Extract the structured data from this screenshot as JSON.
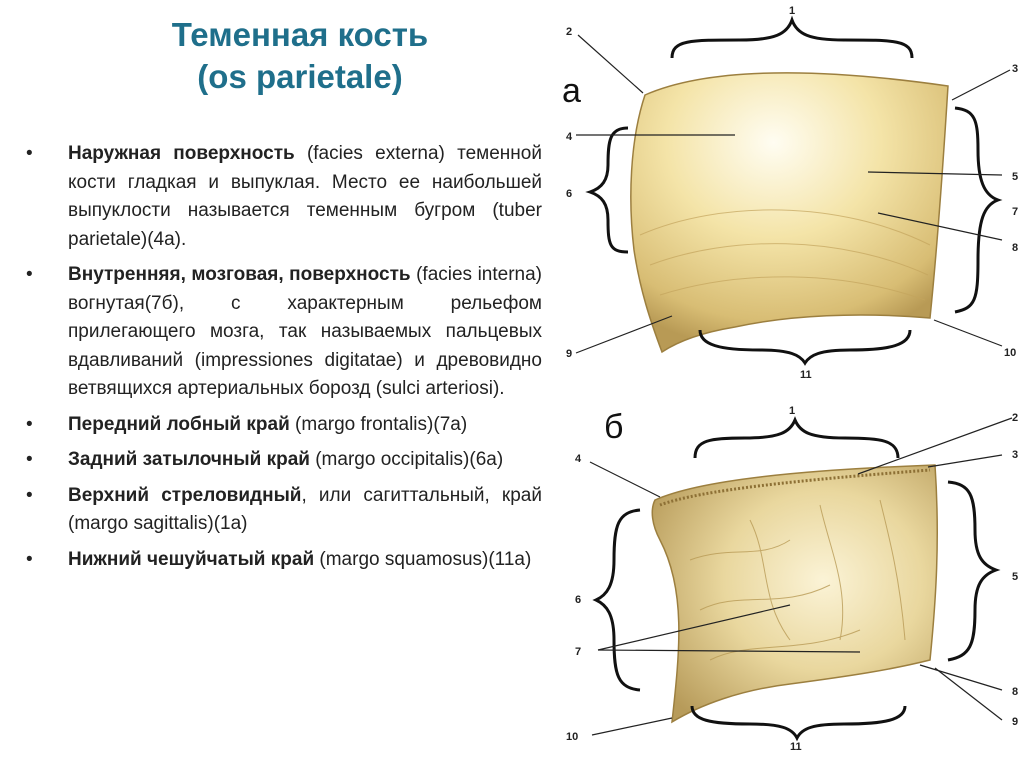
{
  "title": {
    "line1": "Теменная кость",
    "line2": "(os parietale)"
  },
  "bullets": [
    {
      "bold": "Наружная поверхность",
      "text": " (facies externa) теменной кости гладкая и выпуклая. Место ее наибольшей выпуклости называется теменным бугром (tuber parietale)(4а)."
    },
    {
      "bold": "Внутренняя, мозговая, поверхность",
      "text": " (facies interna) вогнутая(7б), с характерным рельефом прилегающего мозга, так называемых пальцевых вдавливаний (impressiones digitatae)  и древовидно ветвящихся артериальных борозд (sulci arteriosi)."
    },
    {
      "bold": "Передний лобный край",
      "text": " (margo frontalis)(7а)"
    },
    {
      "bold": "Задний затылочный край",
      "text": " (margo occipitalis)(6а)"
    },
    {
      "bold": "Верхний стреловидный",
      "text": ", или сагиттальный, край (margo sagittalis)(1а)"
    },
    {
      "bold": " Нижний чешуйчатый край",
      "text": " (margo squamosus)(11а)"
    }
  ],
  "figure": {
    "letter_a": "а",
    "letter_b": "б",
    "labels_a": [
      "1",
      "2",
      "3",
      "4",
      "5",
      "6",
      "7",
      "8",
      "9",
      "10",
      "11"
    ],
    "labels_b": [
      "1",
      "2",
      "3",
      "4",
      "5",
      "6",
      "7",
      "8",
      "9",
      "10",
      "11"
    ]
  },
  "colors": {
    "title": "#1f6f8b",
    "bone_light": "#fbf3cf",
    "bone_mid": "#e6cf8f",
    "bone_dark": "#b89a55"
  }
}
